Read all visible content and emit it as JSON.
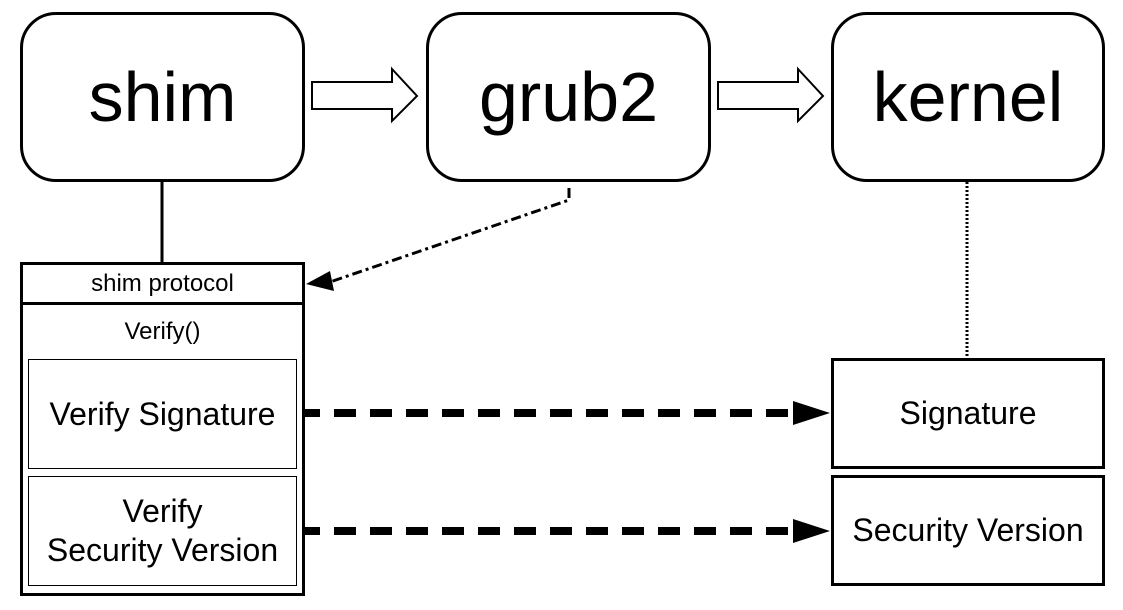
{
  "stages": [
    {
      "id": "shim",
      "label": "shim"
    },
    {
      "id": "grub2",
      "label": "grub2"
    },
    {
      "id": "kernel",
      "label": "kernel"
    }
  ],
  "shim_protocol": {
    "title": "shim protocol",
    "method": "Verify()",
    "actions": [
      {
        "id": "verify-signature",
        "label": "Verify Signature"
      },
      {
        "id": "verify-security-version",
        "label": "Verify\nSecurity Version"
      }
    ]
  },
  "kernel_fields": [
    {
      "id": "signature",
      "label": "Signature"
    },
    {
      "id": "security-version",
      "label": "Security Version"
    }
  ],
  "colors": {
    "stroke": "#000000",
    "background": "#ffffff"
  }
}
